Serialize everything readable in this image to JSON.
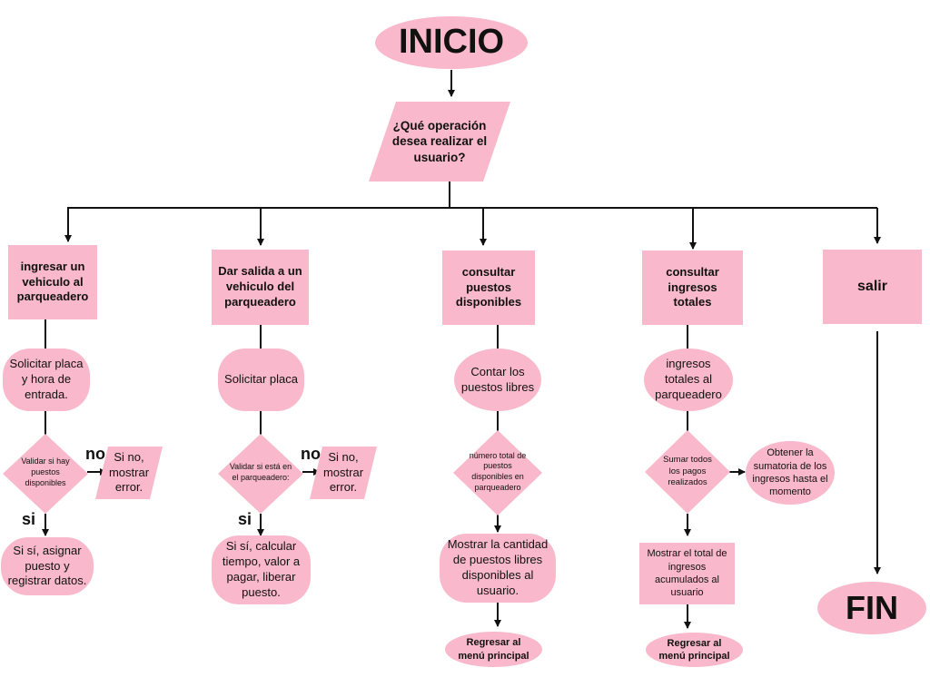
{
  "start": "INICIO",
  "end": "FIN",
  "question": "¿Qué operación desea realizar el usuario?",
  "options": {
    "ingresar": "ingresar un vehiculo al parqueadero",
    "salida": "Dar salida a un vehiculo del parqueadero",
    "consultar_puestos": "consultar puestos disponibles",
    "consultar_ingresos": "consultar ingresos totales",
    "salir": "salir"
  },
  "branch1": {
    "step": "Solicitar placa y hora de entrada.",
    "decision": "Validar si hay puestos disponibles",
    "no_label": "no",
    "no_result": "Si no, mostrar error.",
    "si_label": "si",
    "si_result": "Si sí, asignar puesto y registrar datos."
  },
  "branch2": {
    "step": "Solicitar placa",
    "decision": "Validar si está en el parqueadero:",
    "no_label": "no",
    "no_result": "Si no, mostrar error.",
    "si_label": "si",
    "si_result": "Si sí, calcular tiempo, valor a pagar, liberar puesto."
  },
  "branch3": {
    "step": "Contar los puestos libres",
    "decision": "número total de puestos disponibles en parqueadero",
    "result": "Mostrar la cantidad de puestos libres disponibles al usuario.",
    "return": "Regresar al menú principal"
  },
  "branch4": {
    "step": "ingresos totales al parqueadero",
    "decision": "Sumar todos los pagos realizados",
    "side": "Obtener la sumatoria de los ingresos hasta el momento",
    "result": "Mostrar el total de ingresos acumulados al usuario",
    "return": "Regresar al menú principal"
  },
  "colors": {
    "fill": "#f9b8cc",
    "line": "#111111"
  }
}
